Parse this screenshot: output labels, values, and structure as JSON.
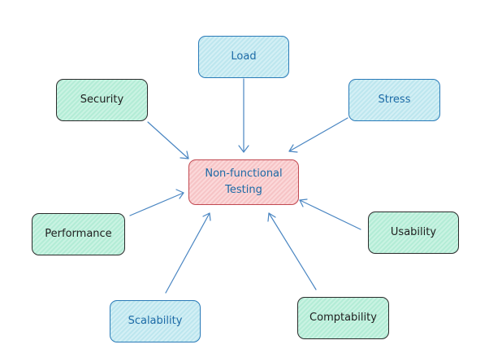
{
  "center": {
    "label": "Non-functional Testing"
  },
  "nodes": [
    {
      "id": "load",
      "label": "Load",
      "style": "cyan"
    },
    {
      "id": "security",
      "label": "Security",
      "style": "teal"
    },
    {
      "id": "stress",
      "label": "Stress",
      "style": "cyan"
    },
    {
      "id": "performance",
      "label": "Performance",
      "style": "teal"
    },
    {
      "id": "usability",
      "label": "Usability",
      "style": "teal"
    },
    {
      "id": "scalability",
      "label": "Scalability",
      "style": "cyan"
    },
    {
      "id": "comptability",
      "label": "Comptability",
      "style": "teal"
    }
  ],
  "colors": {
    "teal_fill": "#b3ecd6",
    "cyan_fill": "#bde6ee",
    "pink_fill": "#f6c4c6",
    "arrow": "#4a86c2",
    "blue_text": "#1c6aa6"
  }
}
